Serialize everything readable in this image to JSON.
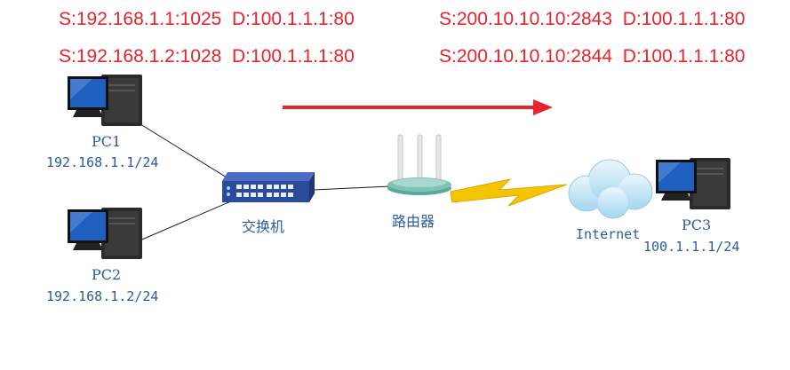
{
  "flows": {
    "left": [
      {
        "source": "S:192.168.1.1:1025",
        "dest": "D:100.1.1.1:80"
      },
      {
        "source": "S:192.168.1.2:1028",
        "dest": "D:100.1.1.1:80"
      }
    ],
    "right": [
      {
        "source": "S:200.10.10.10:2843",
        "dest": "D:100.1.1.1:80"
      },
      {
        "source": "S:200.10.10.10:2844",
        "dest": "D:100.1.1.1:80"
      }
    ]
  },
  "devices": {
    "pc1": {
      "name": "PC1",
      "ip": "192.168.1.1/24"
    },
    "pc2": {
      "name": "PC2",
      "ip": "192.168.1.2/24"
    },
    "pc3": {
      "name": "PC3",
      "ip": "100.1.1.1/24"
    },
    "switch": {
      "name": "交换机"
    },
    "router": {
      "name": "路由器"
    },
    "internet": {
      "name": "Internet"
    }
  },
  "colors": {
    "flow_text": "#e8232a",
    "arrow": "#e8232a",
    "label_text": "#2a5d9f",
    "link_line": "#1a1a1a",
    "wan_bolt": "#f5c400",
    "switch_body": "#2c4a9a",
    "router_body": "#7fc3b4",
    "cloud": "#bfe3f5"
  }
}
